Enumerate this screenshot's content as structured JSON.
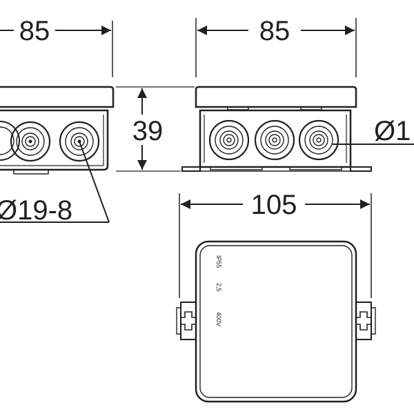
{
  "dimensions": {
    "front_width": "85",
    "side_width": "85",
    "height": "39",
    "base_width": "105",
    "hole_diameter_left": "Ø19-8",
    "hole_diameter_right": "Ø1"
  },
  "box_markings": {
    "ip_rating": "IP55",
    "cross_section": "2,5",
    "voltage": "400V"
  },
  "colors": {
    "line": "#231f20",
    "background": "#ffffff"
  }
}
